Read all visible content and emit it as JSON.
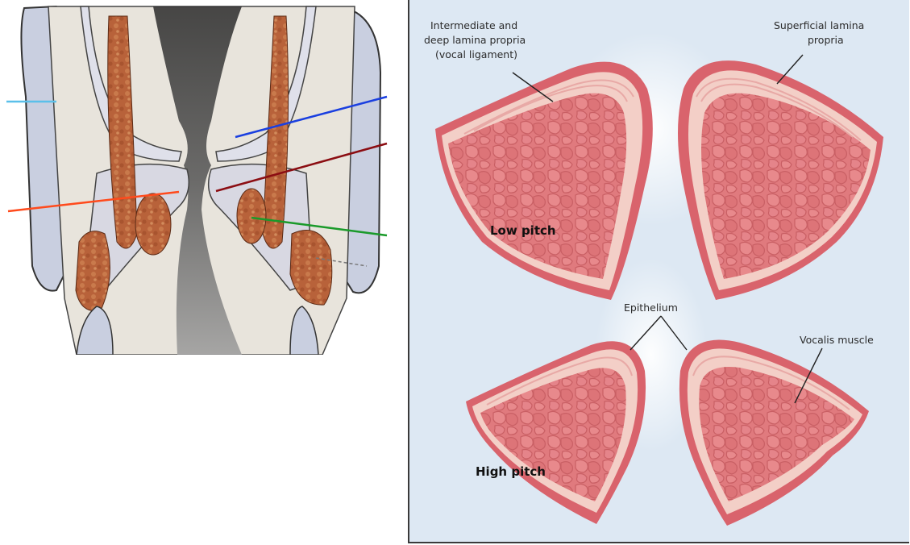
{
  "diagram": {
    "labels": {
      "intermediate_line1": "Intermediate and",
      "intermediate_line2": "deep lamina propria",
      "intermediate_line3": "(vocal ligament)",
      "superficial_line1": "Superficial lamina",
      "superficial_line2": "propria",
      "epithelium": "Epithelium",
      "vocalis": "Vocalis muscle",
      "low_pitch": "Low pitch",
      "high_pitch": "High pitch"
    },
    "pointer_line_colors": [
      "#5bc0ea",
      "#1a3fe0",
      "#ff4a1c",
      "#8b0d12",
      "#1a9a2a"
    ],
    "tissue_colors": {
      "muscle": "#e07a7e",
      "epithelium": "#d9636c",
      "lamina": "#f3cfc7",
      "background": "#dde8f3"
    }
  }
}
